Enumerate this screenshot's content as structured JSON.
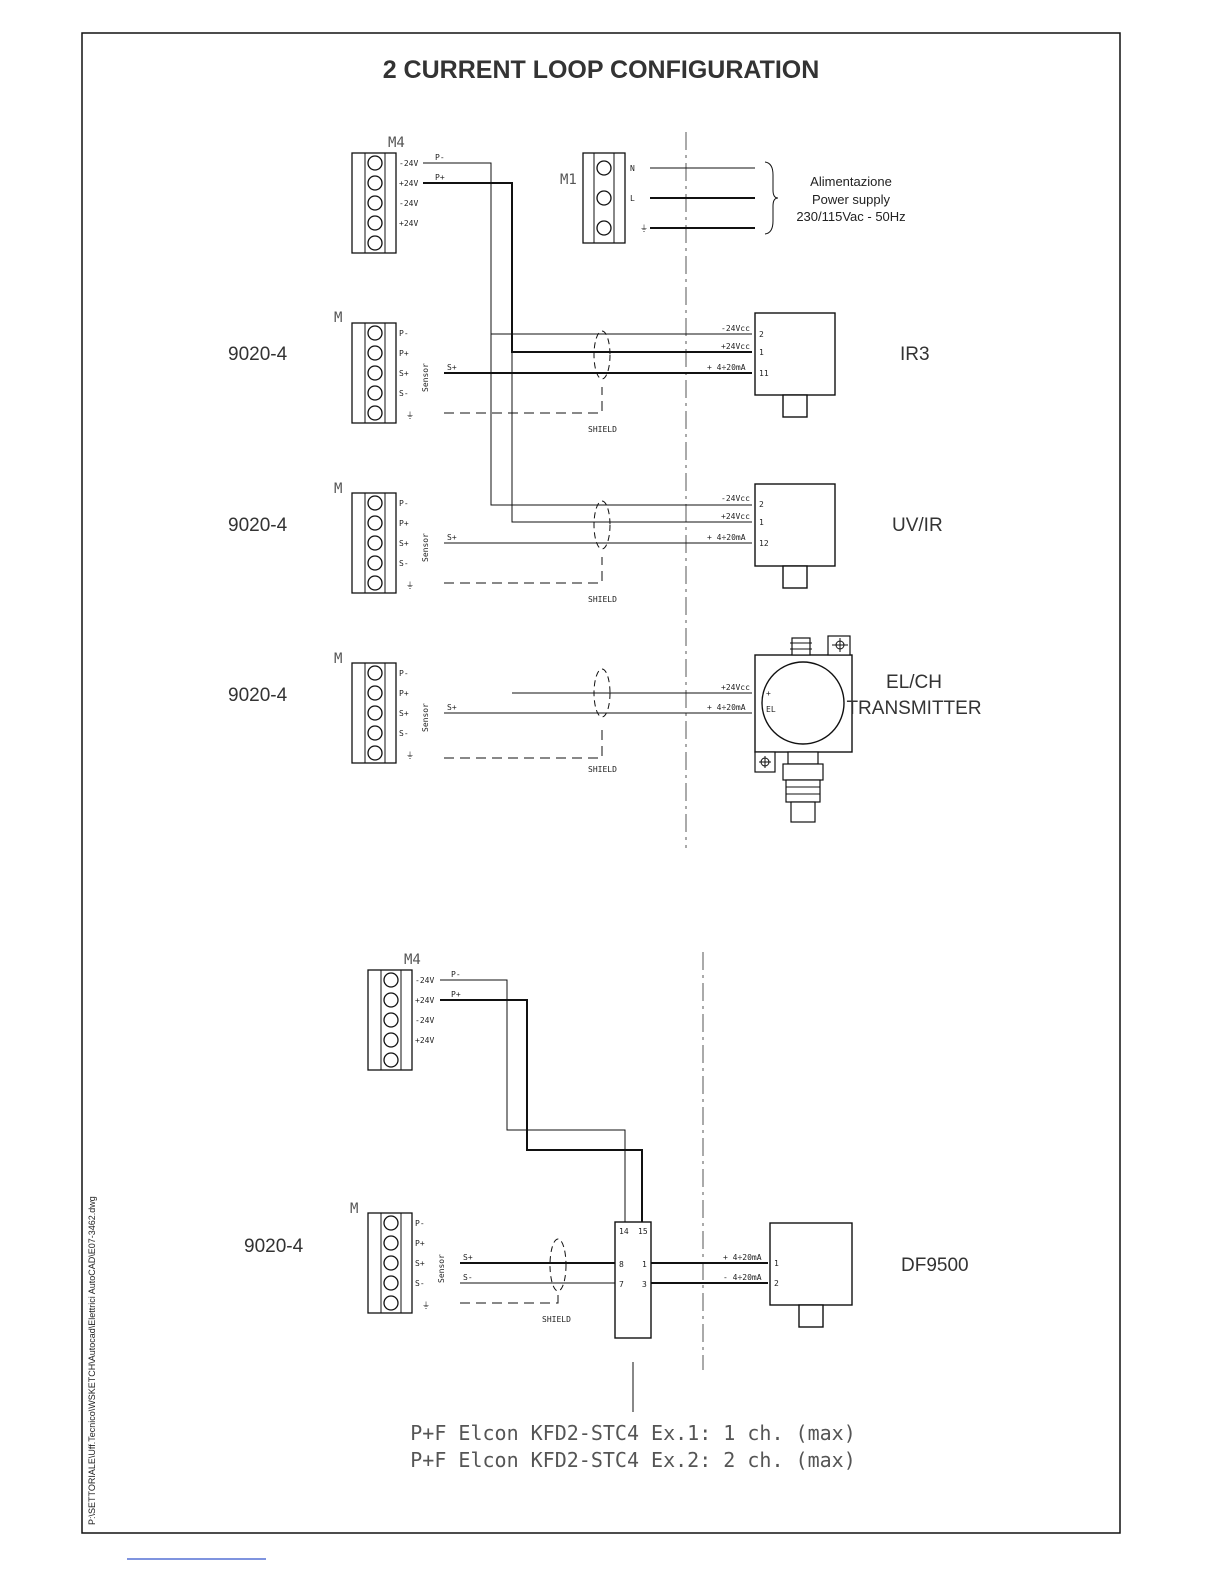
{
  "title": "2 CURRENT LOOP CONFIGURATION",
  "side_path": "P:\\SETTORIALE\\Uff.Tecnico\\WSKETCH\\Autocad\\Elettrici AutoCAD\\E07-3462.dwg",
  "m4_top": {
    "name": "M4",
    "pins": [
      "-24V",
      "+24V",
      "-24V",
      "+24V"
    ],
    "wires": [
      "P-",
      "P+"
    ]
  },
  "m1": {
    "name": "M1",
    "pins": [
      "N",
      "L",
      "⏚"
    ],
    "supply_lines": [
      "Alimentazione",
      "Power supply",
      "230/115Vac - 50Hz"
    ]
  },
  "module_label": "M",
  "module_pins": [
    "P-",
    "P+",
    "S+",
    "S-",
    "⏚"
  ],
  "sensor_label": "Sensor",
  "shield": "SHIELD",
  "rows": [
    {
      "model": "9020-4",
      "wire": "S+",
      "device": "IR3",
      "terms": [
        {
          "label": "-24Vcc",
          "num": "2"
        },
        {
          "label": "+24Vcc",
          "num": "1"
        },
        {
          "label": "+ 4÷20mA",
          "num": "11"
        }
      ]
    },
    {
      "model": "9020-4",
      "wire": "S+",
      "device": "UV/IR",
      "terms": [
        {
          "label": "-24Vcc",
          "num": "2"
        },
        {
          "label": "+24Vcc",
          "num": "1"
        },
        {
          "label": "+ 4÷20mA",
          "num": "12"
        }
      ]
    },
    {
      "model": "9020-4",
      "wire": "S+",
      "device_lines": [
        "EL/CH",
        "TRANSMITTER"
      ],
      "terms": [
        {
          "label": "+24Vcc",
          "num": "+"
        },
        {
          "label": "+ 4÷20mA",
          "num": "EL"
        }
      ]
    }
  ],
  "m4_bottom": {
    "name": "M4",
    "pins": [
      "-24V",
      "+24V",
      "-24V",
      "+24V"
    ],
    "wires": [
      "P-",
      "P+"
    ]
  },
  "bottom": {
    "model": "9020-4",
    "wires": [
      "S+",
      "S-"
    ],
    "barrier_top": [
      "14",
      "15"
    ],
    "barrier_in": [
      "8",
      "7"
    ],
    "barrier_out": [
      "1",
      "3"
    ],
    "device": "DF9500",
    "terms": [
      {
        "label": "+ 4÷20mA",
        "num": "1"
      },
      {
        "label": "- 4÷20mA",
        "num": "2"
      }
    ],
    "notes": [
      "P+F Elcon KFD2-STC4 Ex.1: 1 ch. (max)",
      "P+F Elcon KFD2-STC4 Ex.2: 2 ch. (max)"
    ]
  }
}
